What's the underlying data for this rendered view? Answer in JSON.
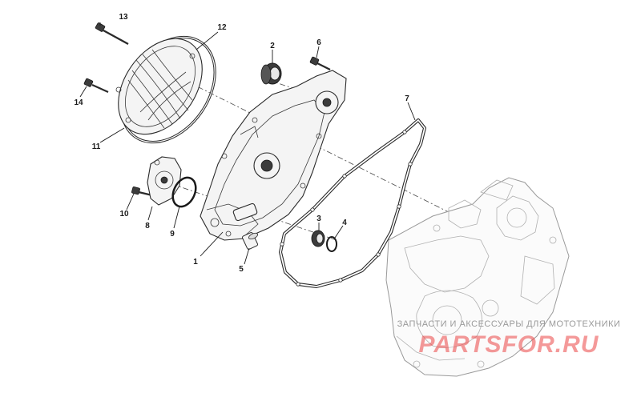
{
  "diagram": {
    "callouts": [
      {
        "id": "1",
        "label": "1"
      },
      {
        "id": "2",
        "label": "2"
      },
      {
        "id": "3",
        "label": "3"
      },
      {
        "id": "4",
        "label": "4"
      },
      {
        "id": "5",
        "label": "5"
      },
      {
        "id": "6",
        "label": "6"
      },
      {
        "id": "7",
        "label": "7"
      },
      {
        "id": "8",
        "label": "8"
      },
      {
        "id": "9",
        "label": "9"
      },
      {
        "id": "10",
        "label": "10"
      },
      {
        "id": "11",
        "label": "11"
      },
      {
        "id": "12",
        "label": "12"
      },
      {
        "id": "13",
        "label": "13"
      },
      {
        "id": "14",
        "label": "14"
      }
    ]
  },
  "watermark": {
    "line1": "ЗАПЧАСТИ И АКСЕССУАРЫ ДЛЯ МОТОТЕХНИКИ",
    "line2": "PARTSFOR.RU"
  }
}
